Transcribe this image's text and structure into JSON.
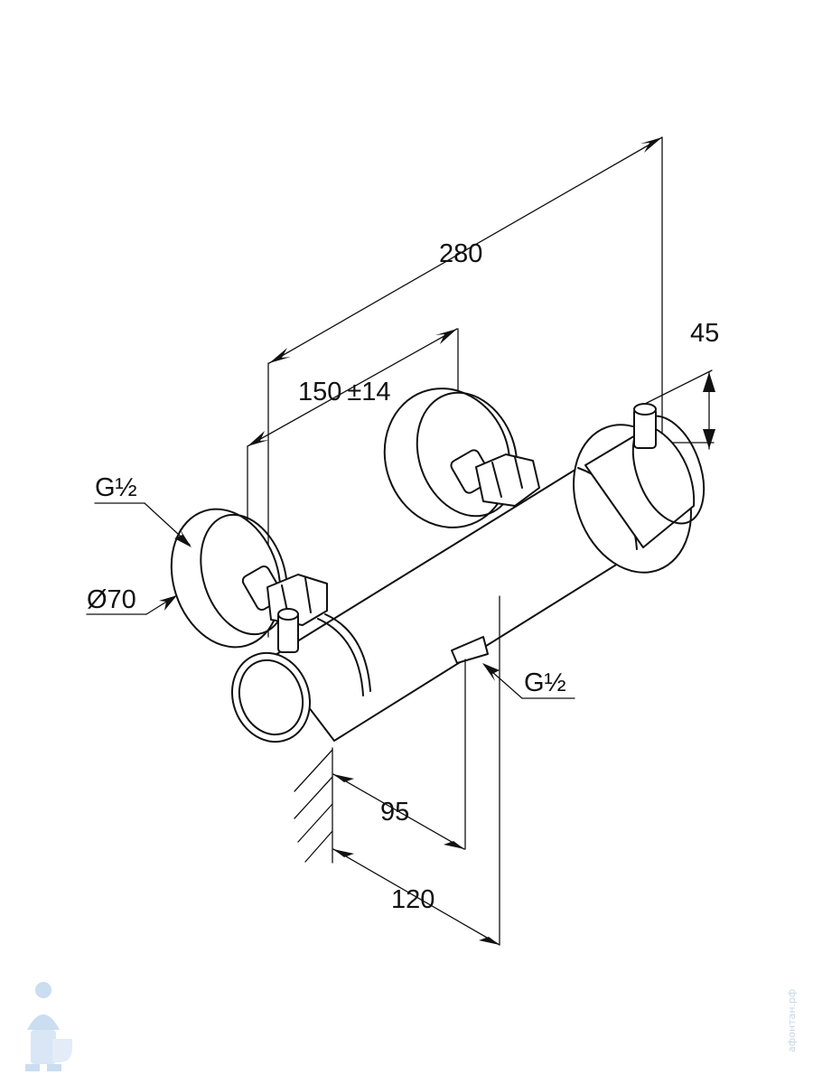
{
  "dimensions": {
    "overall_length": "280",
    "inlet_spacing": "150",
    "inlet_tolerance": "±14",
    "top_height": "45",
    "inlet_thread": "G½",
    "outlet_thread": "G½",
    "flange_diameter": "Ø70",
    "outlet_offset": "95",
    "body_depth": "120"
  },
  "watermark": {
    "text": "афонтан.рф"
  },
  "colors": {
    "line": "#111111",
    "background": "#ffffff",
    "watermark": "#c9d6e6"
  }
}
